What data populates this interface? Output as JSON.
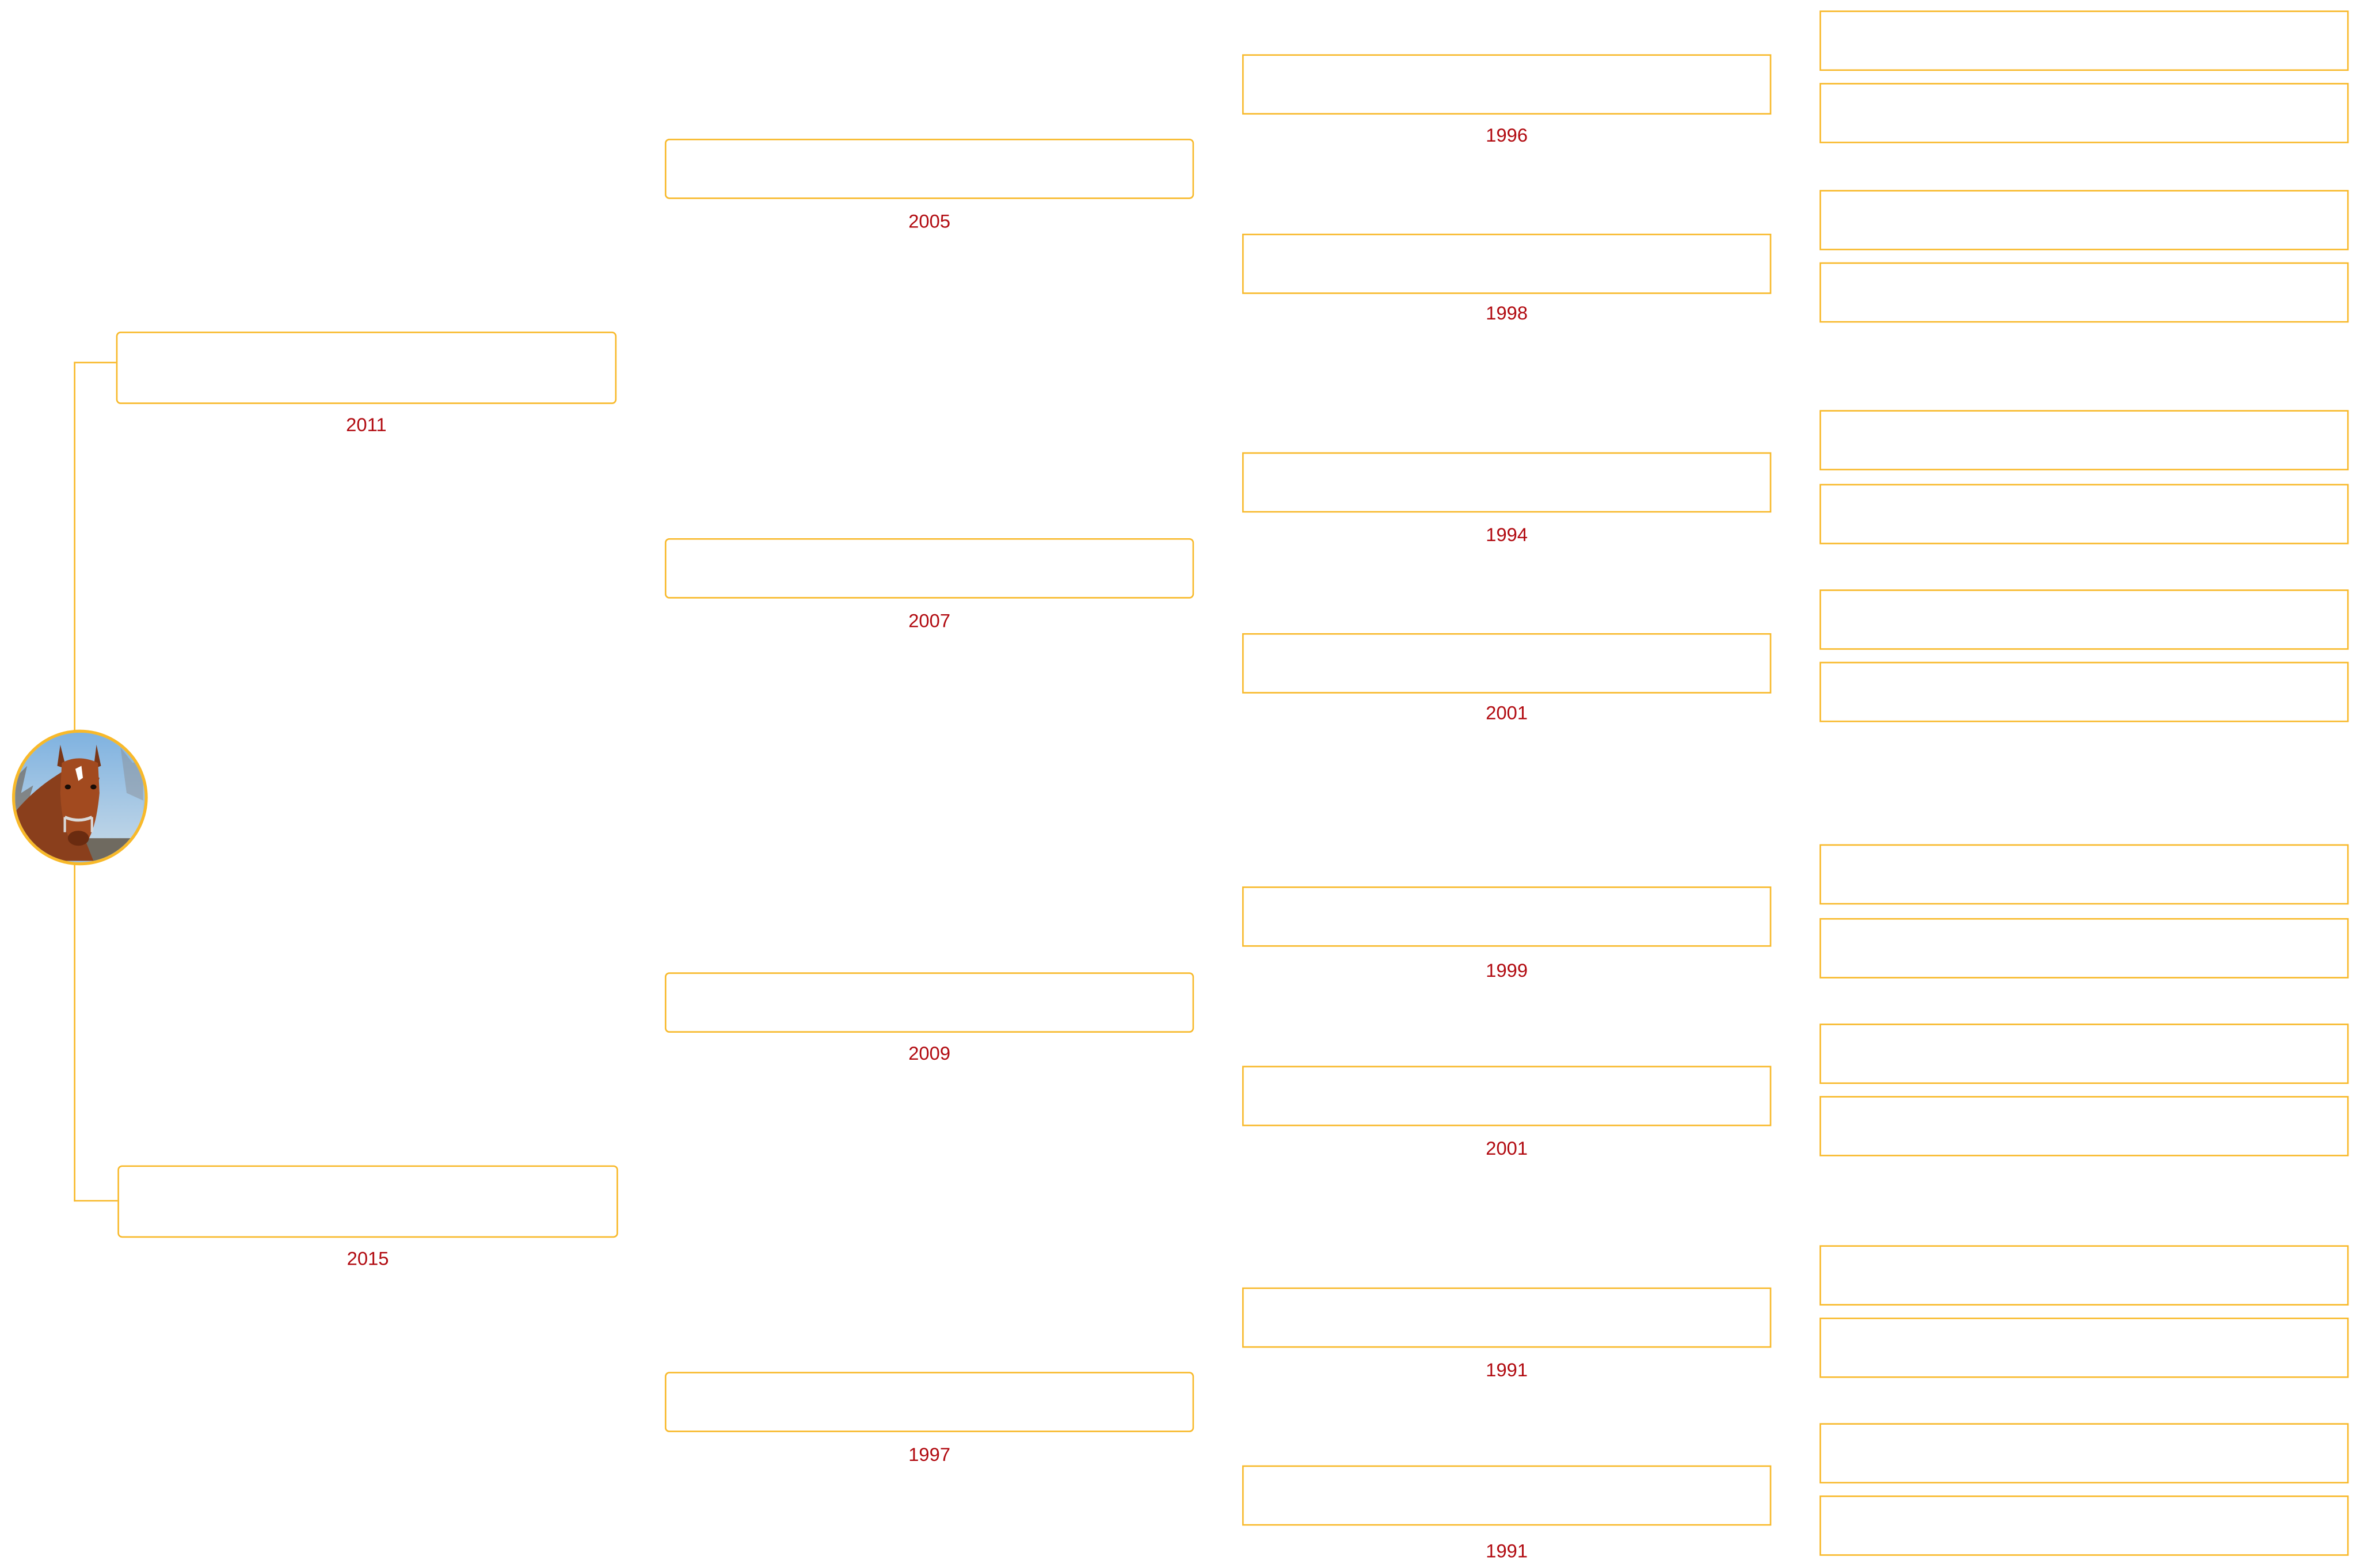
{
  "colors": {
    "border": "#f8b92a",
    "year_text": "#b10a10",
    "background": "#ffffff"
  },
  "subject": {
    "photo": "horse-head-photo"
  },
  "pedigree": {
    "gen1": [
      {
        "year": "2011"
      },
      {
        "year": "2015"
      }
    ],
    "gen2": [
      {
        "year": "2005"
      },
      {
        "year": "2007"
      },
      {
        "year": "2009"
      },
      {
        "year": "1997"
      }
    ],
    "gen3": [
      {
        "year": "1996"
      },
      {
        "year": "1998"
      },
      {
        "year": "1994"
      },
      {
        "year": "2001"
      },
      {
        "year": "1999"
      },
      {
        "year": "2001"
      },
      {
        "year": "1991"
      },
      {
        "year": "1991"
      }
    ]
  }
}
